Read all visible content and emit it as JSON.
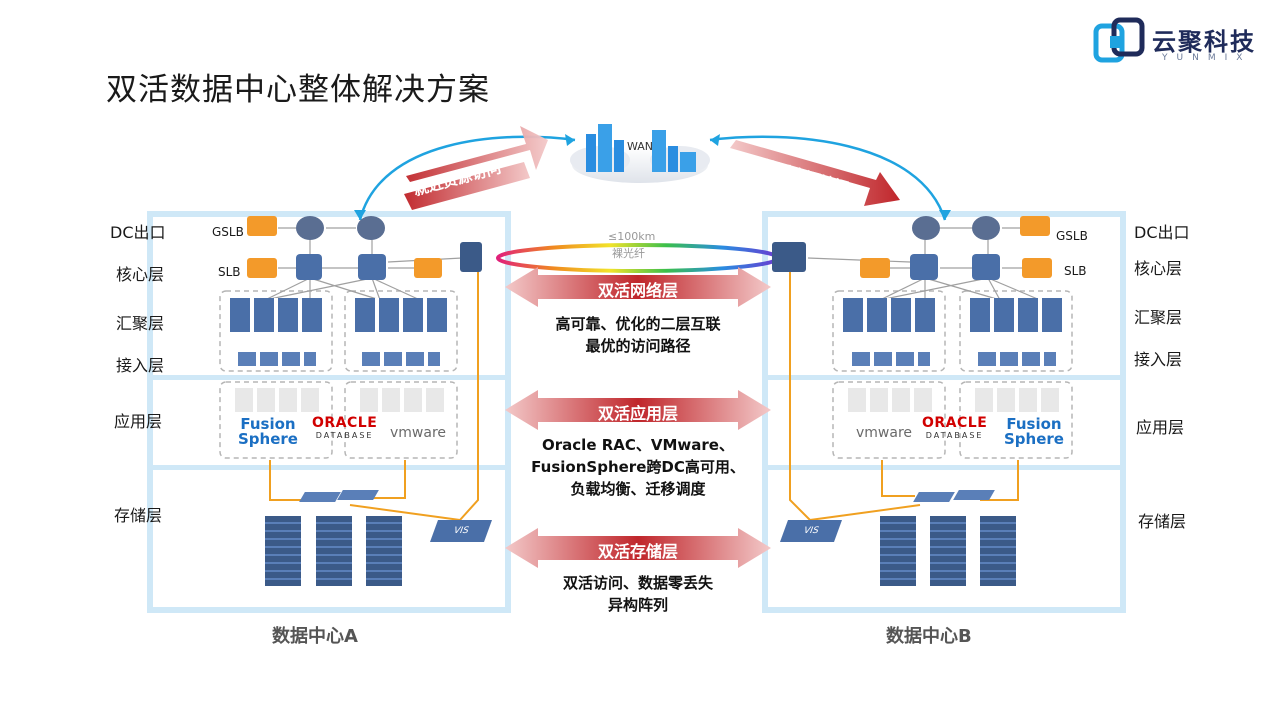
{
  "title": "双活数据中心整体解决方案",
  "logo": {
    "name": "云聚科技",
    "sub": "YUNMIX"
  },
  "wan": {
    "label": "WAN"
  },
  "nearest_access": "就近资源访问",
  "fiber": {
    "distance": "≤100km",
    "label": "裸光纤"
  },
  "layers_left": [
    "DC出口",
    "核心层",
    "汇聚层",
    "接入层",
    "应用层",
    "存储层"
  ],
  "layers_right": [
    "DC出口",
    "核心层",
    "汇聚层",
    "接入层",
    "应用层",
    "存储层"
  ],
  "device_labels": {
    "gslb": "GSLB",
    "slb": "SLB",
    "vis": "VIS"
  },
  "app_logos": {
    "fusion_1": "Fusion",
    "fusion_2": "Sphere",
    "oracle": "ORACLE",
    "oracle_db": "DATABASE",
    "vmware": "vmware"
  },
  "center": {
    "network": {
      "title": "双活网络层",
      "desc": [
        "高可靠、优化的二层互联",
        "最优的访问路径"
      ]
    },
    "application": {
      "title": "双活应用层",
      "desc": [
        "Oracle RAC、VMware、",
        "FusionSphere跨DC高可用、",
        "负载均衡、迁移调度"
      ]
    },
    "storage": {
      "title": "双活存储层",
      "desc": [
        "双活访问、数据零丢失",
        "异构阵列"
      ]
    }
  },
  "dc_names": {
    "a": "数据中心A",
    "b": "数据中心B"
  },
  "colors": {
    "accent_red": "#c0262b",
    "box_blue": "#cfe8f7",
    "orange_line": "#f0a020",
    "logo_blue": "#1fa3e0"
  }
}
